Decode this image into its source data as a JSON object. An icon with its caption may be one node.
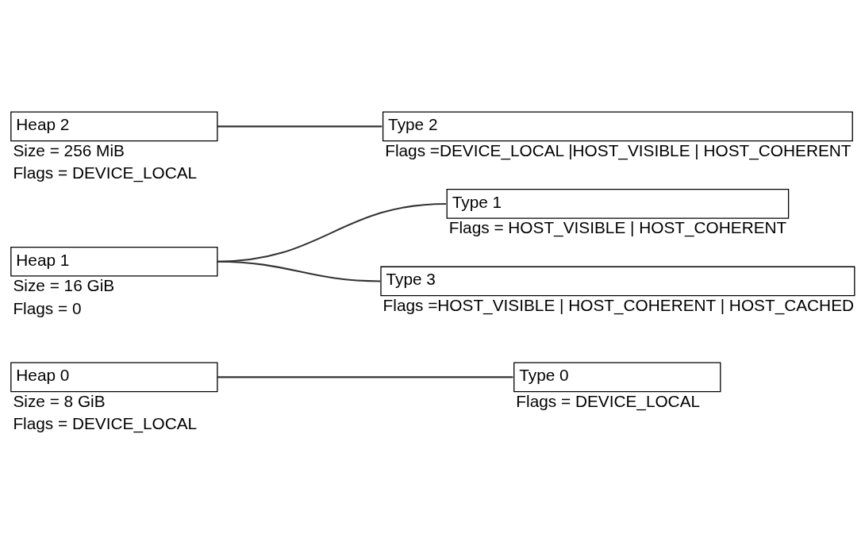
{
  "diagram": {
    "nodes": [
      {
        "text": [
          "Heap 0"
        ],
        "beside": [
          "Size = 8 GiB",
          "Flags = DEVICE_LOCAL"
        ]
      },
      {
        "text": [
          "Heap 1"
        ],
        "beside": [
          "Size = 16 GiB",
          "Flags = 0"
        ]
      },
      {
        "text": [
          "Heap 2"
        ],
        "beside": [
          "Size = 256 MiB",
          "Flags = DEVICE_LOCAL"
        ]
      },
      {
        "text": [
          "Type 0"
        ],
        "beside": [
          "Flags = DEVICE_LOCAL"
        ]
      },
      {
        "text": [
          "Type 1"
        ],
        "beside": [
          "Flags = HOST_VISIBLE | HOST_COHERENT"
        ]
      },
      {
        "text": [
          "Type 2"
        ],
        "beside": [
          "Flags =DEVICE_LOCAL |HOST_VISIBLE | HOST_COHERENT"
        ]
      },
      {
        "text": [
          "Type 3"
        ],
        "beside": [
          "Flags =HOST_VISIBLE | HOST_COHERENT | HOST_CACHED"
        ]
      }
    ],
    "edges": [
      {
        "from": 0,
        "to": 3,
        "arrow": "none"
      },
      {
        "from": 1,
        "to": 4,
        "arrow": "none"
      },
      {
        "from": 1,
        "to": 6,
        "arrow": "none"
      },
      {
        "from": 2,
        "to": 5,
        "arrow": "none"
      }
    ]
  }
}
